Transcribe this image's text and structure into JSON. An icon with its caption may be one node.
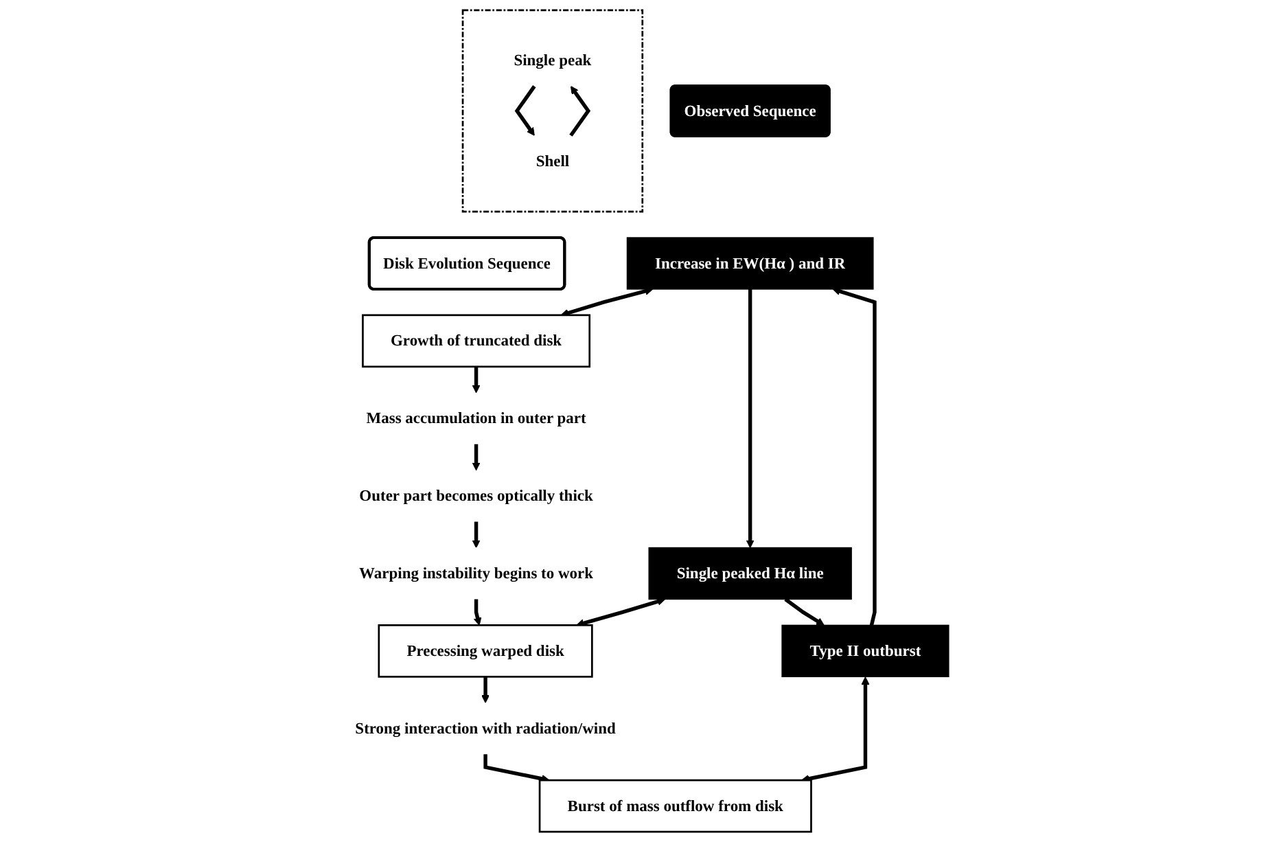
{
  "diagram": {
    "nodes": [
      {
        "text": [
          "Observed Sequence"
        ]
      },
      {
        "text": [
          "Disk Evolution Sequence"
        ]
      },
      {
        "text": [
          "Increase in EW(Hα ) and IR"
        ]
      },
      {
        "text": [
          "Growth of truncated disk"
        ]
      },
      {
        "text": [
          "Mass accumulation in outer part"
        ]
      },
      {
        "text": [
          "Outer part becomes optically thick"
        ]
      },
      {
        "text": [
          "Warping instability begins to work"
        ]
      },
      {
        "text": [
          "Single peaked Hα  line"
        ]
      },
      {
        "text": [
          "Precessing warped disk"
        ]
      },
      {
        "text": [],
        "shape": "box"
      },
      {
        "text": [
          "Single peak"
        ],
        "in": 9
      },
      {
        "text": [
          "Shell"
        ],
        "in": 9
      },
      {
        "text": [
          "Strong interaction with radiation/wind"
        ]
      },
      {
        "text": [
          "Type II outburst"
        ]
      },
      {
        "text": [
          "Burst of mass outflow from disk"
        ]
      }
    ],
    "edges": [
      {
        "from": 2,
        "to": 3,
        "arrow": "both"
      },
      {
        "from": 3,
        "to": 4,
        "arrow": "to"
      },
      {
        "from": 4,
        "to": 5,
        "arrow": "to"
      },
      {
        "from": 5,
        "to": 6,
        "arrow": "to"
      },
      {
        "from": 6,
        "to": 8,
        "arrow": "to"
      },
      {
        "from": 2,
        "to": 7,
        "arrow": "to"
      },
      {
        "from": 7,
        "to": 8,
        "arrow": "both"
      },
      {
        "from": 10,
        "to": 11,
        "arrow": "to"
      },
      {
        "from": 11,
        "to": 10,
        "arrow": "to"
      },
      {
        "from": 7,
        "to": 13,
        "arrow": "to"
      },
      {
        "from": 8,
        "to": 12,
        "arrow": "to"
      },
      {
        "from": 12,
        "to": 14,
        "arrow": "to"
      },
      {
        "from": 13,
        "to": 14,
        "arrow": "both"
      },
      {
        "from": 13,
        "to": 2,
        "arrow": "to"
      }
    ]
  }
}
